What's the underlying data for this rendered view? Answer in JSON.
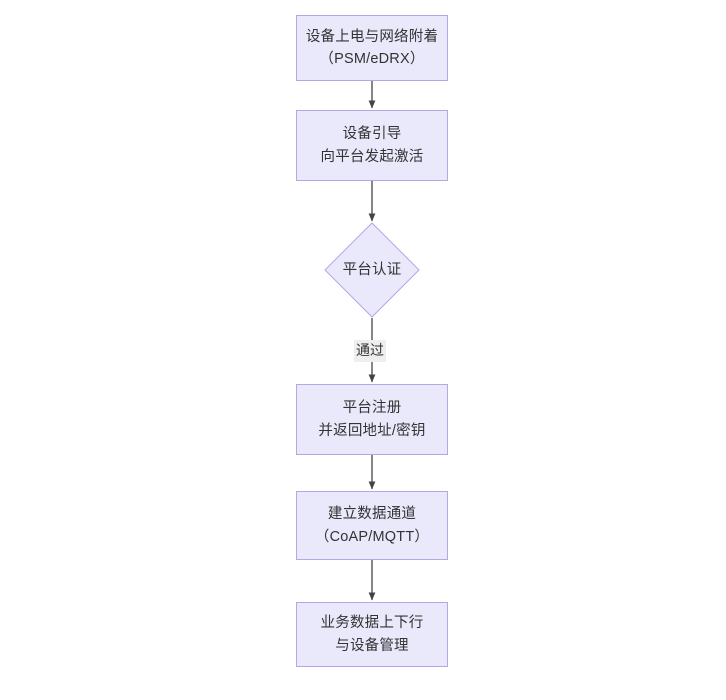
{
  "diagram": {
    "type": "flowchart",
    "orientation": "top-to-bottom",
    "title_text": "",
    "colors": {
      "node_fill": "#eae8fb",
      "node_border": "#b8a5e6",
      "node_text": "#333333",
      "edge_line": "#444444",
      "edge_label_background": "#eeeeee",
      "canvas_background": "#ffffff"
    },
    "nodes": [
      {
        "id": "n1",
        "shape": "rectangle",
        "lines": [
          "设备上电与网络附着",
          "（PSM/eDRX）"
        ]
      },
      {
        "id": "n2",
        "shape": "rectangle",
        "lines": [
          "设备引导",
          "向平台发起激活"
        ]
      },
      {
        "id": "n3",
        "shape": "diamond",
        "lines": [
          "平台认证"
        ]
      },
      {
        "id": "n4",
        "shape": "rectangle",
        "lines": [
          "平台注册",
          "并返回地址/密钥"
        ]
      },
      {
        "id": "n5",
        "shape": "rectangle",
        "lines": [
          "建立数据通道",
          "（CoAP/MQTT）"
        ]
      },
      {
        "id": "n6",
        "shape": "rectangle",
        "lines": [
          "业务数据上下行",
          "与设备管理"
        ]
      }
    ],
    "edges": [
      {
        "id": "e1",
        "from": "n1",
        "to": "n2",
        "label": ""
      },
      {
        "id": "e2",
        "from": "n2",
        "to": "n3",
        "label": ""
      },
      {
        "id": "e3",
        "from": "n3",
        "to": "n4",
        "label": "通过"
      },
      {
        "id": "e4",
        "from": "n4",
        "to": "n5",
        "label": ""
      },
      {
        "id": "e5",
        "from": "n5",
        "to": "n6",
        "label": ""
      }
    ]
  }
}
